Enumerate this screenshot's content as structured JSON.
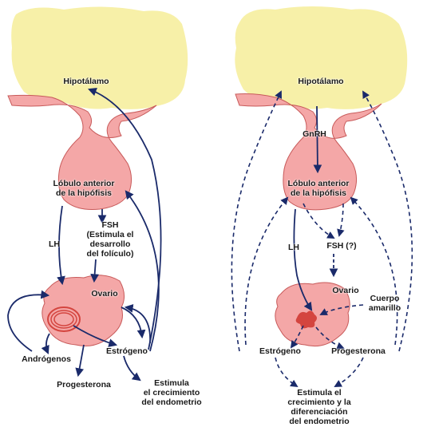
{
  "diagram": {
    "colors": {
      "hypothalamus": "#f7f0a8",
      "pituitary": "#f4a7a7",
      "pituitary_stroke": "#c85a5a",
      "arrow": "#1a2a6a",
      "follicle": "#d4453f"
    },
    "left": {
      "hypothalamus": "Hipotálamo",
      "pituitary_line1": "Lóbulo anterior",
      "pituitary_line2": "de la hipófisis",
      "lh": "LH",
      "fsh_line1": "FSH",
      "fsh_line2": "(Estimula el",
      "fsh_line3": "desarrollo",
      "fsh_line4": "del folículo)",
      "ovary": "Ovario",
      "androgens": "Andrógenos",
      "estrogen": "Estrógeno",
      "progesterone": "Progesterona",
      "result_line1": "Estimula",
      "result_line2": "el crecimiento",
      "result_line3": "del endometrio"
    },
    "right": {
      "hypothalamus": "Hipotálamo",
      "gnrh": "GnRH",
      "pituitary_line1": "Lóbulo anterior",
      "pituitary_line2": "de la hipófisis",
      "lh": "LH",
      "fsh": "FSH (?)",
      "ovary": "Ovario",
      "corpus_line1": "Cuerpo",
      "corpus_line2": "amarillo",
      "estrogen": "Estrógeno",
      "progesterone": "Progesterona",
      "result_line1": "Estimula el",
      "result_line2": "crecimiento y la",
      "result_line3": "diferenciación",
      "result_line4": "del endometrio"
    }
  }
}
